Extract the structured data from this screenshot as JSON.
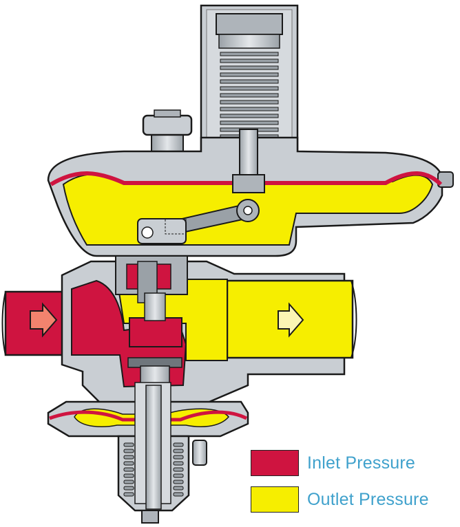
{
  "colors": {
    "inlet": "#cf1440",
    "outlet": "#f6ee00",
    "body": "#c9ced3",
    "body_dark": "#7f868c",
    "outline": "#1a1a1a",
    "legend_text": "#3fa1cc",
    "arrow_in": "#f2836e",
    "arrow_out": "#fbf5b3"
  },
  "legend": [
    {
      "label": "Inlet Pressure",
      "color_key": "inlet"
    },
    {
      "label": "Outlet Pressure",
      "color_key": "outlet"
    }
  ]
}
